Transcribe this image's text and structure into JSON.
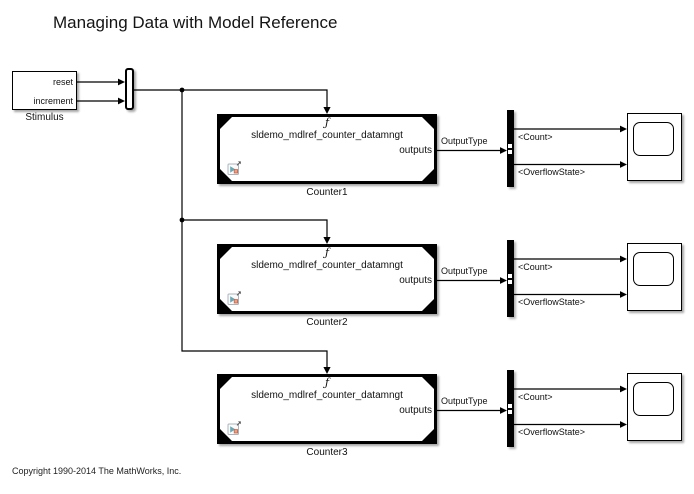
{
  "title": "Managing Data with Model Reference",
  "copyright": "Copyright 1990-2014 The MathWorks, Inc.",
  "stimulus": {
    "caption": "Stimulus",
    "ports": {
      "reset": "reset",
      "increment": "increment"
    }
  },
  "counter": {
    "model_name": "sldemo_mdlref_counter_datamngt",
    "trigger_symbol": "ƒ",
    "output_port_label": "outputs",
    "signal_label": "OutputType",
    "bus_signal_count": "<Count>",
    "bus_signal_overflow": "<OverflowState>",
    "instances": [
      "Counter1",
      "Counter2",
      "Counter3"
    ]
  },
  "colors": {
    "background": "#ffffff",
    "block_border": "#000000",
    "wire": "#000000",
    "mref_icon_teal": "#68a8b4",
    "mref_icon_orange": "#e9a181"
  }
}
